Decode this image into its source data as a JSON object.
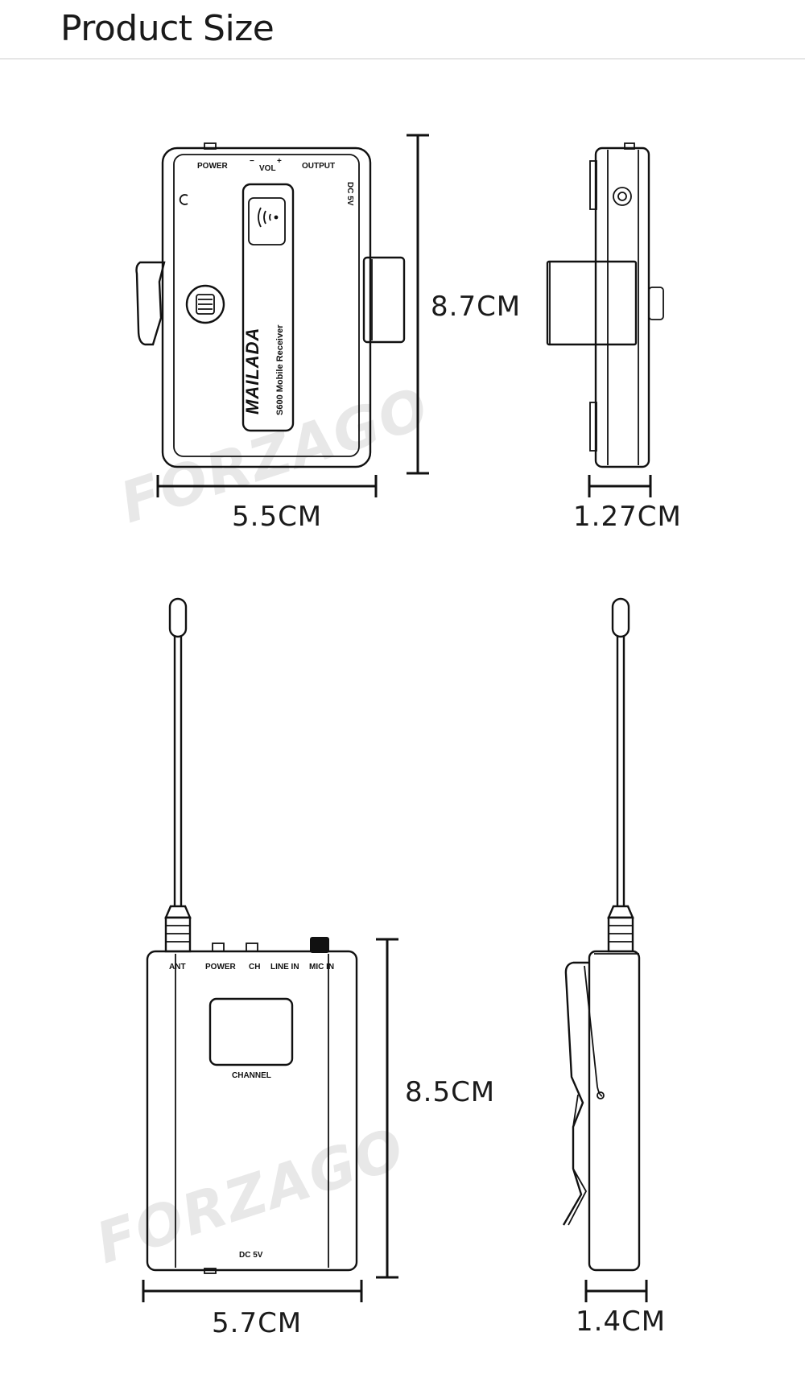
{
  "header": {
    "title": "Product Size"
  },
  "receiver": {
    "front_labels": {
      "power": "POWER",
      "vol": "VOL",
      "vol_minus": "−",
      "vol_plus": "+",
      "output": "OUTPUT",
      "dc": "DC 5V"
    },
    "brand": "MAILADA",
    "model": "S600 Mobile Receiver",
    "height": "8.7CM",
    "width": "5.5CM",
    "depth": "1.27CM"
  },
  "transmitter": {
    "top_labels": {
      "ant": "ANT",
      "power": "POWER",
      "ch": "CH",
      "line_in": "LINE IN",
      "mic_in": "MIC IN"
    },
    "channel": "CHANNEL",
    "dc": "DC 5V",
    "height": "8.5CM",
    "width": "5.7CM",
    "depth": "1.4CM"
  },
  "watermark": "FORZAGO"
}
